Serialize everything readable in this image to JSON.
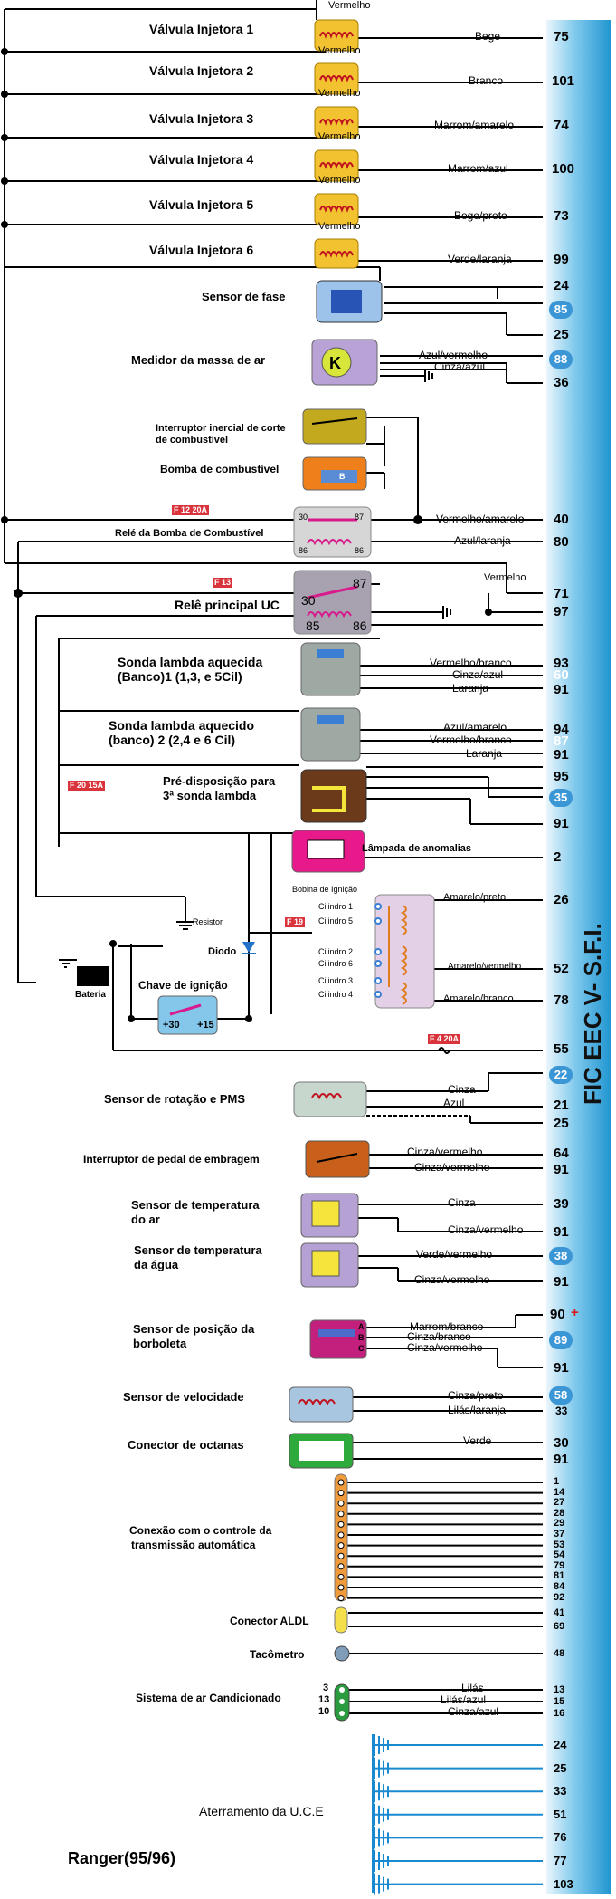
{
  "title": "FIC EEC V- S.F.I.",
  "model": "Ranger(95/96)",
  "colors": {
    "strip": "#2aa0d8",
    "bubble": "#3b96d6",
    "fuse": "#d9343c",
    "injector": "#f2c230",
    "coil": "#e07d1d",
    "ground": "#1a8ad0"
  },
  "injectors": [
    {
      "label": "Válvula Injetora 1",
      "feed": "Vermelho",
      "wire": "Bege",
      "pin": "75"
    },
    {
      "label": "Válvula Injetora 2",
      "feed": "Vermelho",
      "wire": "Branco",
      "pin": "101"
    },
    {
      "label": "Válvula Injetora 3",
      "feed": "Vermelho",
      "wire": "Marrom/amarelo",
      "pin": "74"
    },
    {
      "label": "Válvula Injetora 4",
      "feed": "Vermelho",
      "wire": "Marrom/azul",
      "pin": "100"
    },
    {
      "label": "Válvula Injetora 5",
      "feed": "Vermelho",
      "wire": "Bege/preto",
      "pin": "73"
    },
    {
      "label": "Válvula Injetora 6",
      "feed": "Vermelho",
      "wire": "Verde/laranja",
      "pin": "99"
    }
  ],
  "sensor_fase": {
    "label": "Sensor de fase",
    "pins": [
      "24",
      "85",
      "25"
    ]
  },
  "maf": {
    "label": "Medidor da massa de ar",
    "wires": [
      "Azul/vermelho",
      "Cinza/azul"
    ],
    "pins": [
      "88",
      "36"
    ]
  },
  "inertia": {
    "label1": "Interruptor inercial de corte",
    "label2": "de combustível"
  },
  "pump": {
    "label": "Bomba de combustível",
    "b": "B"
  },
  "pump_relay": {
    "label": "Relé da Bomba de Combustível",
    "fuse": "F 12 20A",
    "wires": [
      "Vermelho/amarelo",
      "Azul/laranja"
    ],
    "pins": [
      "40",
      "80"
    ],
    "t": [
      "30",
      "87",
      "86",
      "86"
    ]
  },
  "main_relay": {
    "label": "Relê principal UC",
    "fuse": "F 13",
    "wire": "Vermelho",
    "pins": [
      "71",
      "97"
    ],
    "t": [
      "87",
      "30",
      "85",
      "86"
    ]
  },
  "o2_1": {
    "label1": "Sonda lambda aquecida",
    "label2": "(Banco)1 (1,3, e 5Cil)",
    "wires": [
      "Vermelho/branco",
      "Cinza/azul",
      "Laranja"
    ],
    "pins": [
      "93",
      "60",
      "91"
    ]
  },
  "o2_2": {
    "label1": "Sonda lambda aquecido",
    "label2": "(banco) 2 (2,4 e 6 Cil)",
    "wires": [
      "Azul/amarelo",
      "Vermelho/branco",
      "Laranja"
    ],
    "pins": [
      "94",
      "87",
      "91"
    ]
  },
  "o2_3": {
    "label1": "Pré-disposição para",
    "label2": "3ª sonda lambda",
    "pins": [
      "95",
      "35",
      "91"
    ]
  },
  "fuse20": "F 20 15A",
  "mil": {
    "label": "Lâmpada de anomalias",
    "pin": "2"
  },
  "coil": {
    "label": "Bobina de Ignição",
    "cyl": [
      "Cilindro 1",
      "Cilindro 5",
      "Cilindro 2",
      "Cilindro 6",
      "Cilindro 3",
      "Cilindro 4"
    ],
    "wires": [
      "Amarelo/preto",
      "Amarelo/vermelho",
      "Amarelo/branco"
    ],
    "pins": [
      "26",
      "52",
      "78"
    ],
    "fuse": "F 19"
  },
  "resistor": "Resistor",
  "diode": "Diodo",
  "battery": "Bateria",
  "ignition": {
    "label": "Chave de ignição",
    "t30": "+30",
    "t15": "+15",
    "fuse": "F 4 20A",
    "pin": "55"
  },
  "rpm": {
    "label": "Sensor de rotação e PMS",
    "wires": [
      "Cinza",
      "Azul"
    ],
    "pins": [
      "22",
      "21",
      "25"
    ]
  },
  "clutch": {
    "label": "Interruptor de pedal de embragem",
    "wires": [
      "Cinza/vermelho",
      "Cinza/vermelho"
    ],
    "pins": [
      "64",
      "91"
    ]
  },
  "air_temp": {
    "label1": "Sensor de temperatura",
    "label2": "do ar",
    "wires": [
      "Cinza",
      "Cinza/vermelho"
    ],
    "pins": [
      "39",
      "91"
    ]
  },
  "water_temp": {
    "label1": "Sensor de temperatura",
    "label2": "da água",
    "wires": [
      "Verde/vermelho",
      "Cinza/vermelho"
    ],
    "pins": [
      "38",
      "91"
    ]
  },
  "tps": {
    "label1": "Sensor de posição da",
    "label2": "borboleta",
    "wires": [
      "Marrom/branco",
      "Cinza/branco",
      "Cinza/vermelho"
    ],
    "pins": [
      "90",
      "89",
      "91"
    ],
    "abc": [
      "A",
      "B",
      "C"
    ]
  },
  "vss": {
    "label": "Sensor de velocidade",
    "wires": [
      "Cinza/preto",
      "Lilás/laranja"
    ],
    "pins": [
      "58",
      "33"
    ]
  },
  "octane": {
    "label": "Conector de octanas",
    "wire": "Verde",
    "pins": [
      "30",
      "91"
    ]
  },
  "trans": {
    "label1": "Conexão com o controle da",
    "label2": "transmissão automática",
    "pins": [
      "1",
      "14",
      "27",
      "28",
      "29",
      "37",
      "53",
      "54",
      "79",
      "81",
      "84",
      "92"
    ]
  },
  "aldl": {
    "label": "Conector ALDL",
    "pins": [
      "41",
      "69"
    ]
  },
  "tach": {
    "label": "Tacômetro",
    "pin": "48"
  },
  "ac": {
    "label": "Sistema de ar Candicionado",
    "terms": [
      "3",
      "13",
      "10"
    ],
    "wires": [
      "Lilás",
      "Lilás/azul",
      "Cinza/azul"
    ],
    "pins": [
      "13",
      "15",
      "16"
    ]
  },
  "ground": {
    "label": "Aterramento da U.C.E",
    "pins": [
      "24",
      "25",
      "33",
      "51",
      "76",
      "77",
      "103"
    ]
  }
}
